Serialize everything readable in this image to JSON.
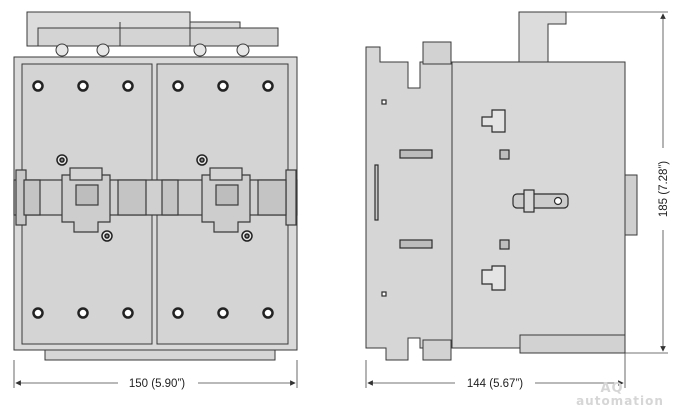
{
  "dimensions": {
    "front_width": "150 (5.90”)",
    "side_depth": "144 (5.67”)",
    "height": "185 (7.28”)"
  },
  "watermark": {
    "line1": "AQ",
    "line2": "automation"
  },
  "colors": {
    "body_fill": "#d9d9d9",
    "outline": "#3a3a3a",
    "dimension_line": "#444444"
  }
}
